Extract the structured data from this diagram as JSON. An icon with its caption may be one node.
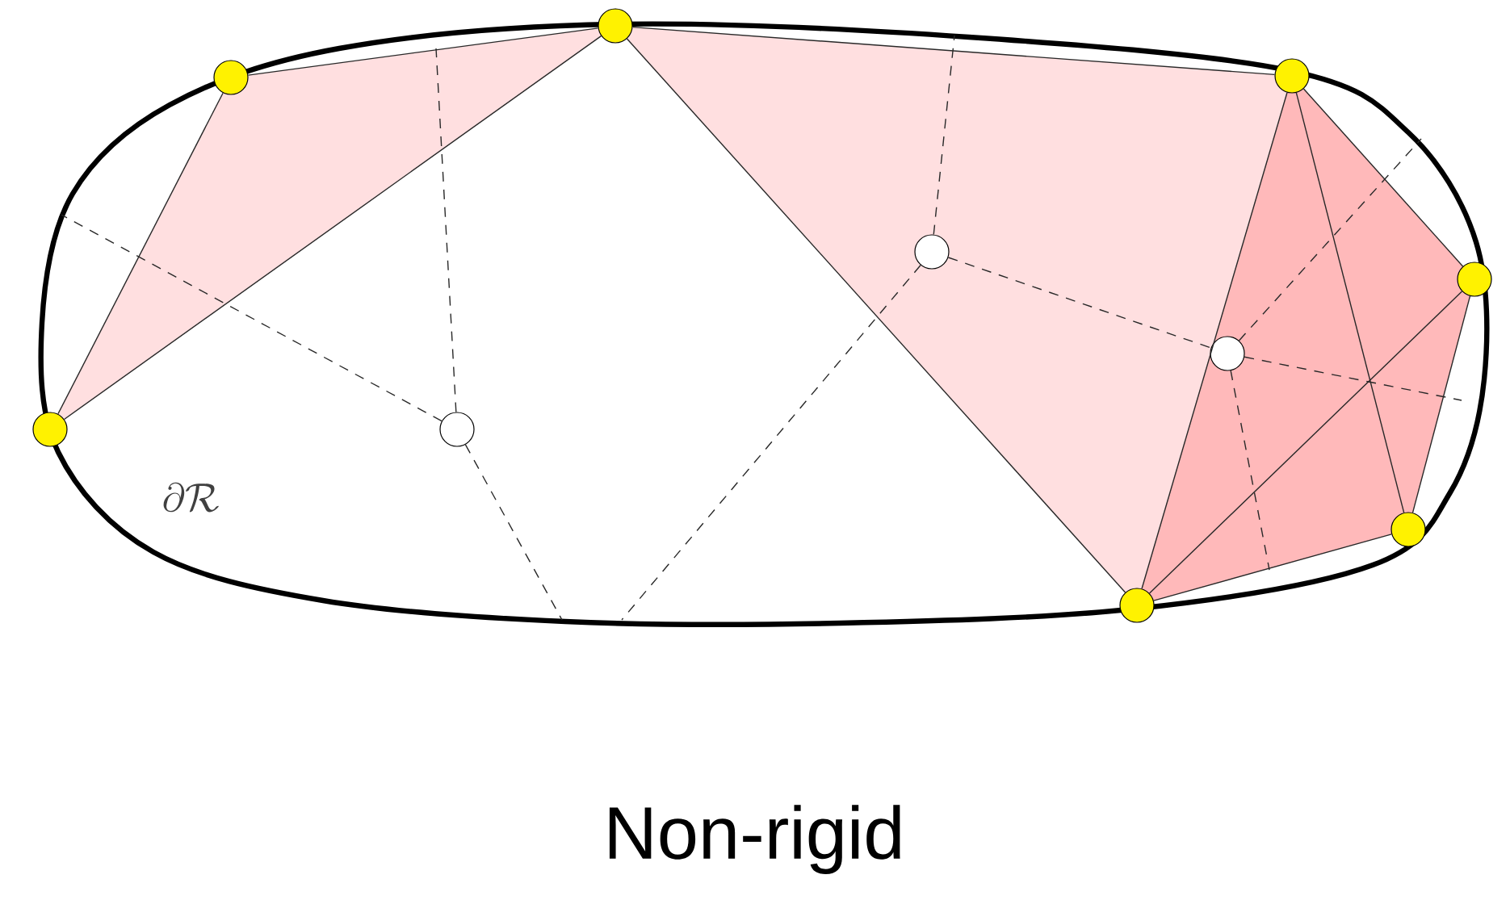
{
  "diagram": {
    "caption": "Non-rigid",
    "nodes": [
      {
        "text": [],
        "shape": "circle"
      },
      {
        "text": [],
        "shape": "circle"
      },
      {
        "text": [],
        "shape": "circle"
      },
      {
        "text": [],
        "shape": "circle"
      },
      {
        "text": [],
        "shape": "circle"
      },
      {
        "text": [],
        "shape": "circle"
      },
      {
        "text": [],
        "shape": "circle"
      },
      {
        "text": [],
        "shape": "circle"
      },
      {
        "text": [],
        "shape": "circle"
      },
      {
        "text": [],
        "shape": "circle"
      }
    ],
    "edges": [
      {
        "from": 0,
        "to": 1,
        "arrow": "none"
      },
      {
        "from": 0,
        "to": 2,
        "arrow": "none"
      },
      {
        "from": 1,
        "to": 2,
        "arrow": "none"
      },
      {
        "from": 2,
        "to": 4,
        "arrow": "none"
      },
      {
        "from": 2,
        "to": 3,
        "arrow": "none"
      },
      {
        "from": 3,
        "to": 4,
        "arrow": "none"
      },
      {
        "from": 4,
        "to": 6,
        "arrow": "none"
      },
      {
        "from": 4,
        "to": 5,
        "arrow": "none"
      },
      {
        "from": 3,
        "to": 6,
        "arrow": "none"
      },
      {
        "from": 3,
        "to": 5,
        "arrow": "none"
      },
      {
        "from": 6,
        "to": 5,
        "arrow": "none"
      },
      {
        "from": 7,
        "to": null,
        "arrow": "none",
        "style": "dashed"
      },
      {
        "from": 7,
        "to": null,
        "arrow": "none",
        "style": "dashed"
      },
      {
        "from": 7,
        "to": null,
        "arrow": "none",
        "style": "dashed"
      },
      {
        "from": 8,
        "to": null,
        "arrow": "none",
        "style": "dashed"
      },
      {
        "from": 8,
        "to": null,
        "arrow": "none",
        "style": "dashed"
      },
      {
        "from": 8,
        "to": 9,
        "arrow": "none",
        "style": "dashed"
      },
      {
        "from": 9,
        "to": null,
        "arrow": "none",
        "style": "dashed"
      },
      {
        "from": 9,
        "to": null,
        "arrow": "none",
        "style": "dashed"
      },
      {
        "from": 9,
        "to": null,
        "arrow": "none",
        "style": "dashed"
      }
    ],
    "labels": [
      "\\partial\\mathcal{R}"
    ]
  }
}
